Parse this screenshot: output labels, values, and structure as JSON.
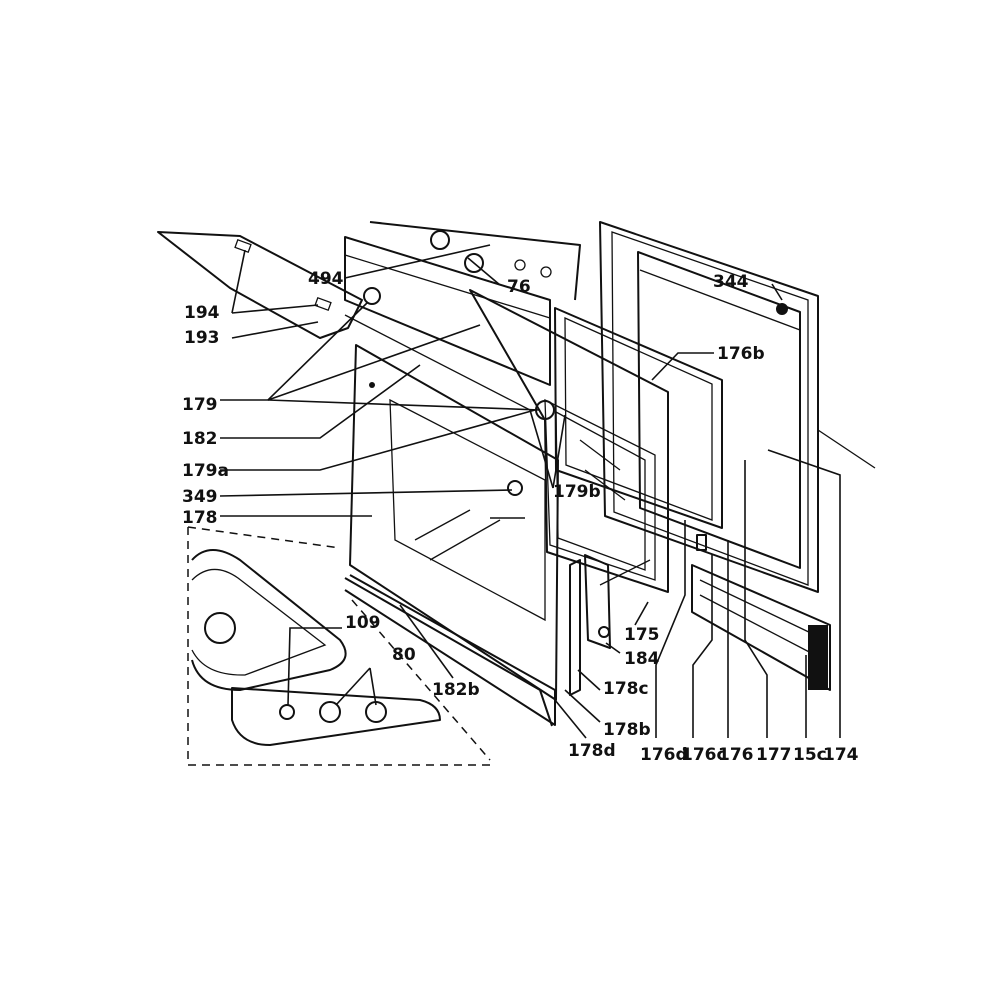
{
  "diagram": {
    "type": "exploded parts diagram - oven door assembly",
    "labels": {
      "p494": "494",
      "p76": "76",
      "p344": "344",
      "p194": "194",
      "p193": "193",
      "p176b": "176b",
      "p179": "179",
      "p182": "182",
      "p179a": "179a",
      "p349": "349",
      "p179b": "179b",
      "p178": "178",
      "p109": "109",
      "p80": "80",
      "p175": "175",
      "p184": "184",
      "p182b": "182b",
      "p178c": "178c",
      "p178b": "178b",
      "p178d": "178d",
      "p176d": "176d",
      "p176c": "176c",
      "p176": "176",
      "p177": "177",
      "p15c": "15c",
      "p174": "174"
    },
    "colors": {
      "ink": "#111111",
      "background": "#ffffff"
    }
  }
}
